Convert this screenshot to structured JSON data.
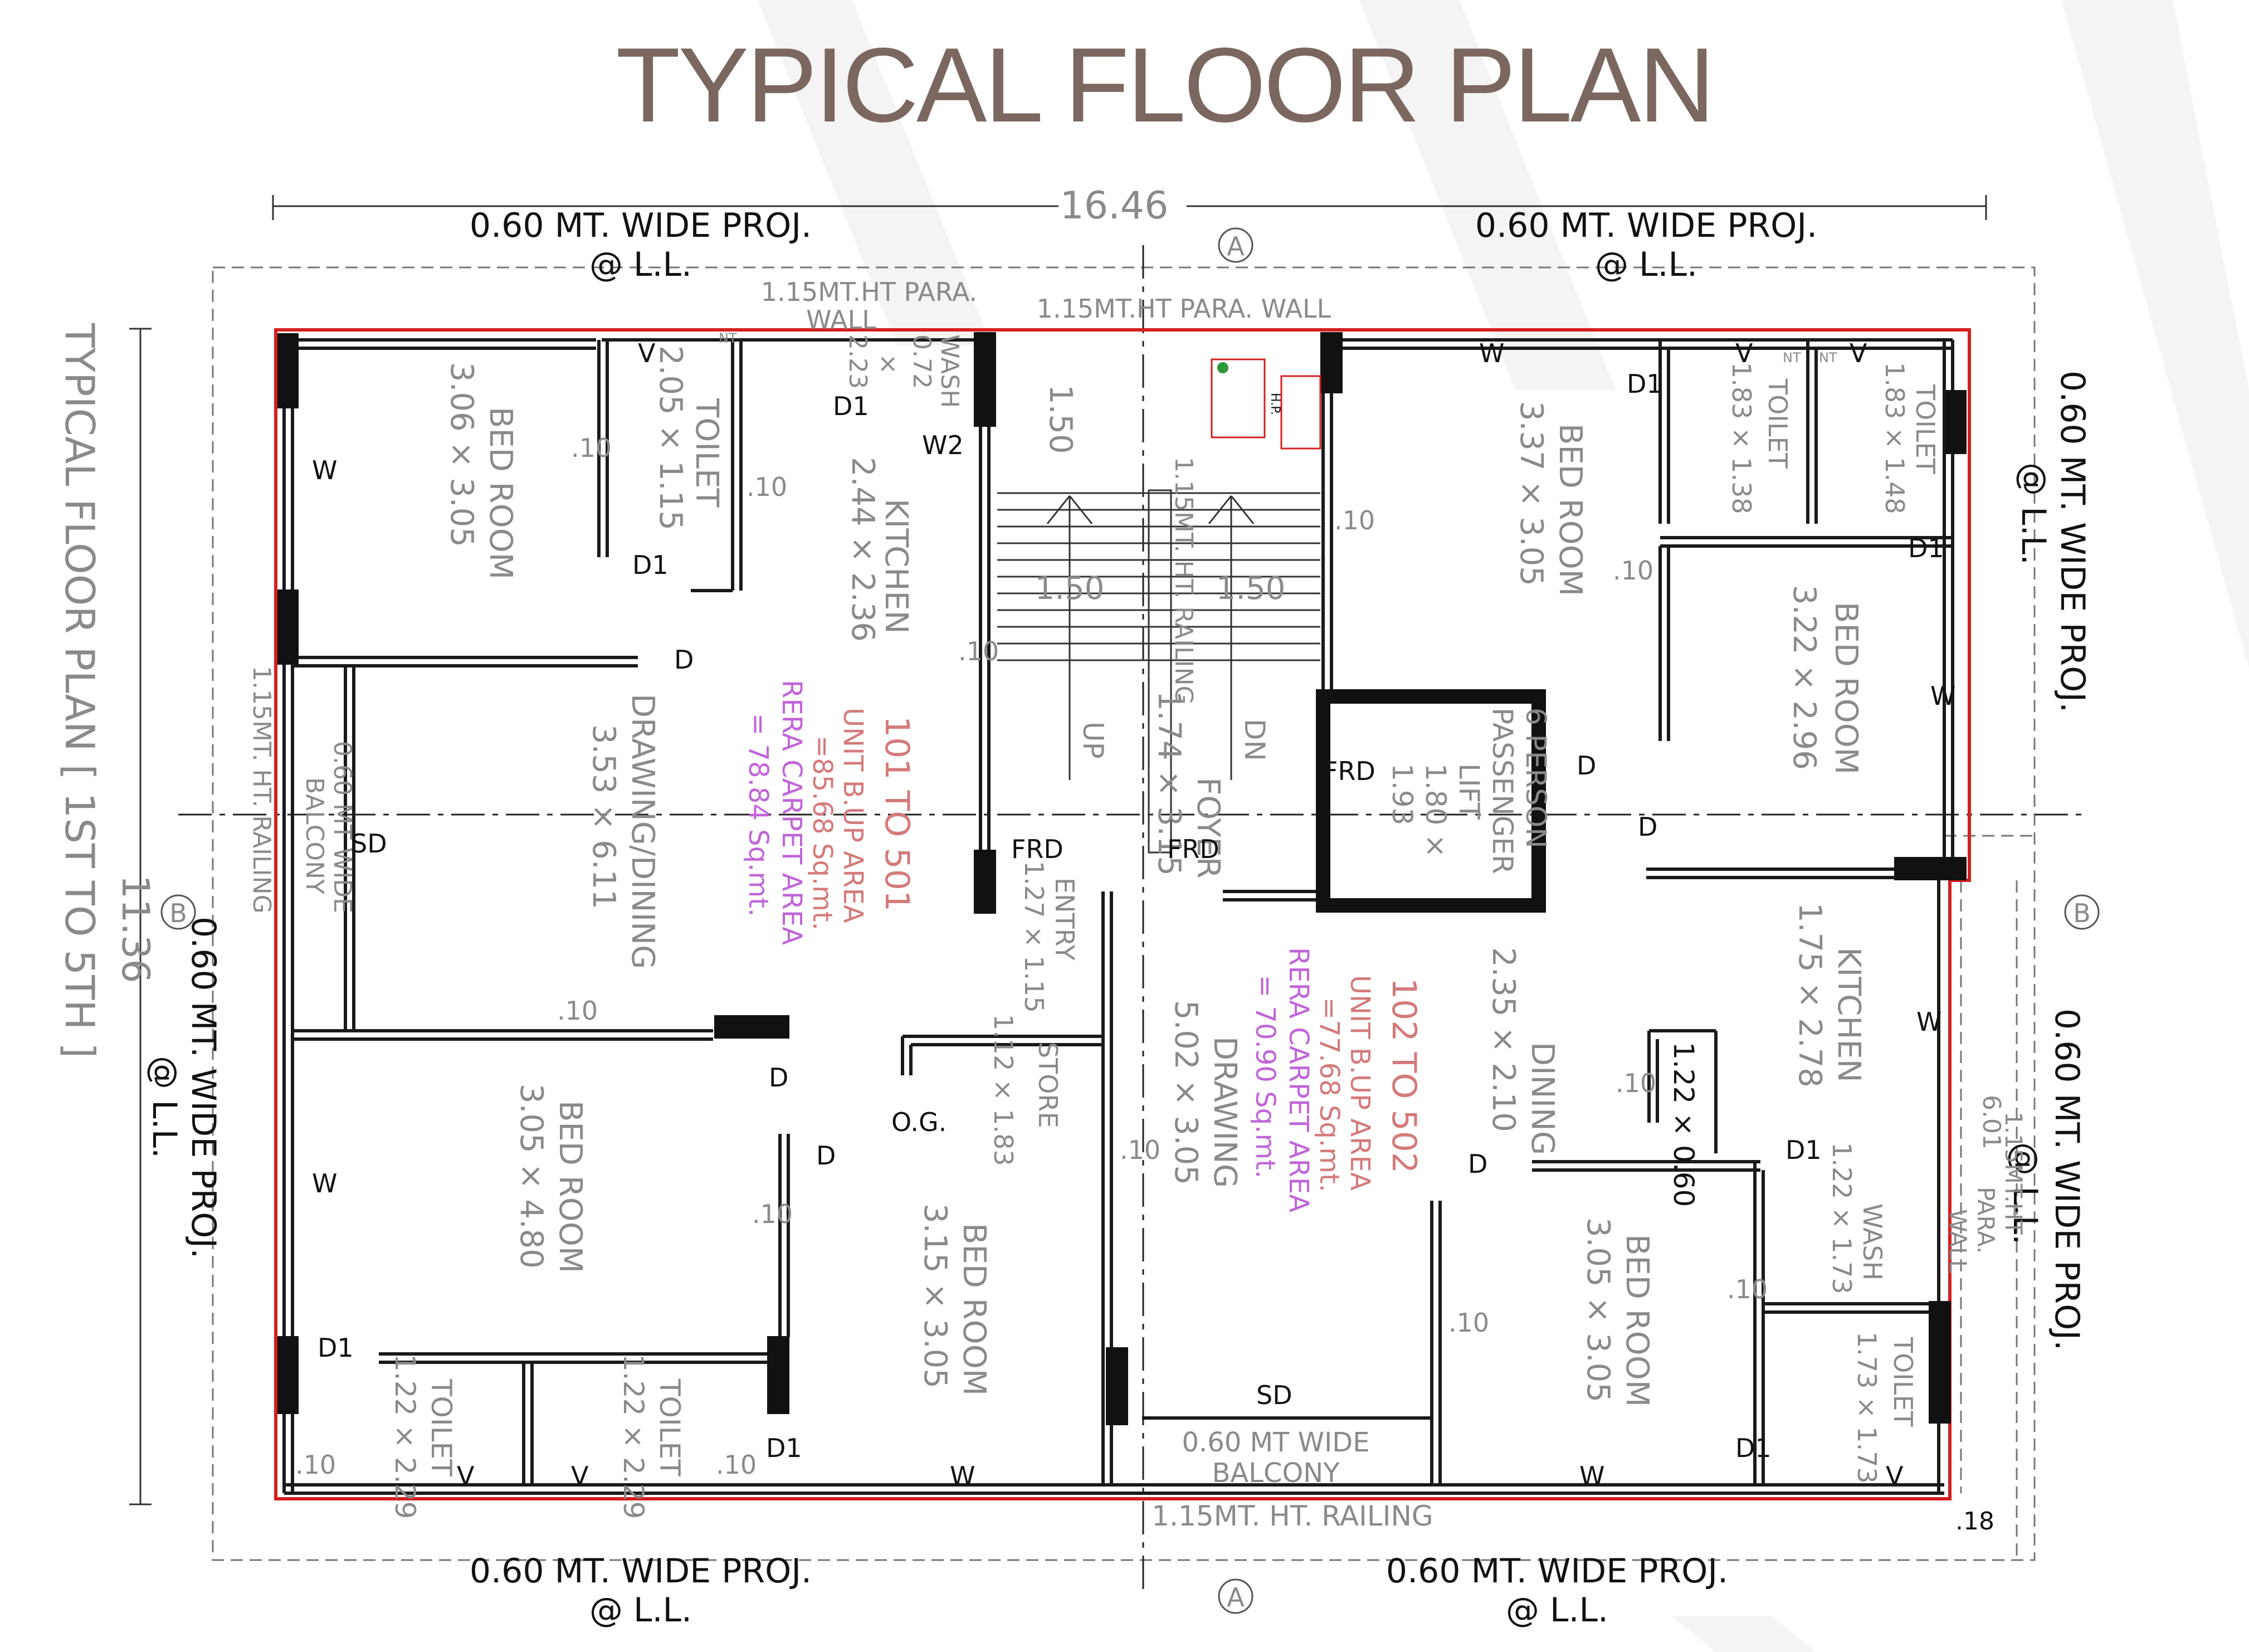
{
  "title": "TYPICAL FLOOR PLAN",
  "side_title": "TYPICAL FLOOR PLAN  [ 1ST TO 5TH ]",
  "dimensions": {
    "overall_width": "16.46",
    "overall_depth": "11.36",
    "corner": ".18",
    "right_edge": "6.01"
  },
  "projections": {
    "top_left": [
      "0.60  MT.  WIDE  PROJ.",
      "@  L.L."
    ],
    "top_right": [
      "0.60  MT.  WIDE  PROJ.",
      "@  L.L."
    ],
    "bottom_left": [
      "0.60  MT.  WIDE  PROJ.",
      "@  L.L."
    ],
    "bottom_right": [
      "0.60  MT.  WIDE  PROJ.",
      "@  L.L."
    ],
    "right_upper": [
      "0.60  MT.  WIDE  PROJ.",
      "@  L.L."
    ],
    "right_lower": [
      "0.60  MT.  WIDE  PROJ.",
      "@  L.L."
    ],
    "left": [
      "0.60  MT.  WIDE  PROJ.",
      "@  L.L."
    ]
  },
  "para_walls": {
    "top_left": [
      "1.15MT.HT  PARA.",
      "WALL"
    ],
    "top_center": "1.15MT.HT  PARA.  WALL",
    "right": [
      "1.15MT.HT",
      "PARA.",
      "WALL"
    ]
  },
  "railings": {
    "bottom": "1.15MT.  HT.  RAILING",
    "left": "1.15MT.  HT.  RAILING",
    "stair": "1.15MT.  HT.  RAILING"
  },
  "section_markers": {
    "a": "A",
    "b": "B"
  },
  "units": [
    {
      "name": "101  TO  501",
      "buildup": [
        "UNIT B.UP AREA",
        "=85.68 Sq.mt."
      ],
      "carpet": [
        "RERA CARPET AREA",
        "= 78.84 Sq.mt."
      ]
    },
    {
      "name": "102  TO  502",
      "buildup": [
        "UNIT B.UP AREA",
        "=77.68 Sq.mt."
      ],
      "carpet": [
        "RERA CARPET AREA",
        "= 70.90 Sq.mt."
      ]
    }
  ],
  "rooms": {
    "bed_tl": [
      "BED  ROOM",
      "3.06  ×  3.05"
    ],
    "toilet_tl": [
      "TOILET",
      "2.05  ×  1.15"
    ],
    "kitchen_l": [
      "KITCHEN",
      "2.44  ×  2.36"
    ],
    "wash_l": [
      "WASH",
      "0.72",
      "×",
      "2.23"
    ],
    "drawing_dining_l": [
      "DRAWING/DINING",
      "3.53  ×  6.11"
    ],
    "balcony_l": [
      "0.60  MT  WIDE",
      "BALCONY"
    ],
    "bed_bl": [
      "BED  ROOM",
      "3.05  ×  4.80"
    ],
    "toilet_bl1": [
      "TOILET",
      "1.22  ×  2.29"
    ],
    "toilet_bl2": [
      "TOILET",
      "1.22  ×  2.29"
    ],
    "bed_bc": [
      "BED  ROOM",
      "3.15  ×  3.05"
    ],
    "entry": [
      "ENTRY",
      "1.27  ×  1.15"
    ],
    "store": [
      "STORE",
      "1.12  ×  1.83"
    ],
    "foyer": [
      "FOYER",
      "1.74  ×  3.15"
    ],
    "lift": [
      "6  PERSON",
      "PASSENGER",
      "LIFT",
      "1.80  ×",
      "1.93"
    ],
    "bed_tr": [
      "BED  ROOM",
      "3.37  ×  3.05"
    ],
    "toilet_tr1": [
      "TOILET",
      "1.83  ×  1.38"
    ],
    "toilet_tr2": [
      "TOILET",
      "1.83  ×  1.48"
    ],
    "bed_r": [
      "BED  ROOM",
      "3.22  ×  2.96"
    ],
    "kitchen_r": [
      "KITCHEN",
      "1.75  ×  2.78"
    ],
    "dining_r": [
      "DINING",
      "2.35  ×  2.10"
    ],
    "drawing_r": [
      "DRAWING",
      "5.02  ×  3.05"
    ],
    "duct": "1.22  ×  0.60",
    "wash_r": [
      "WASH",
      "1.22  ×  1.73"
    ],
    "toilet_br": [
      "TOILET",
      "1.73  ×  1.73"
    ],
    "bed_br": [
      "BED  ROOM",
      "3.05  ×  3.05"
    ],
    "balcony_c": [
      "0.60  MT  WIDE",
      "BALCONY"
    ]
  },
  "stairs": {
    "flight_upper": "1.50",
    "landing_left": "1.50",
    "landing_right": "1.50",
    "up": "UP",
    "dn": "DN"
  },
  "tags": {
    "w": "W",
    "w2": "W2",
    "d": "D",
    "d1": "D1",
    "v": "V",
    "sd": "SD",
    "frd": "FRD",
    "og": "O.G.",
    "nt": "NT",
    "thk": ".10",
    "hp": "H.P."
  },
  "colors": {
    "title": "#7b6760",
    "boundary": "#d41f1f",
    "unit_text": "#d47a7a",
    "rera_text": "#c065d8",
    "label": "#8a8a8a"
  }
}
